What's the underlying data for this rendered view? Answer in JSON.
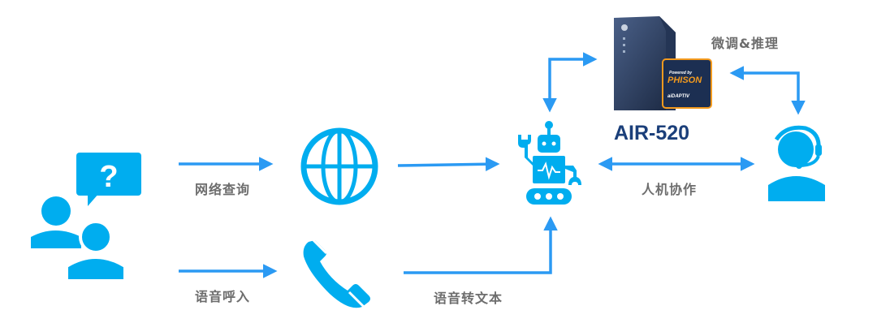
{
  "colors": {
    "icon_blue": "#00adef",
    "arrow_blue": "#2b9af3",
    "label_gray": "#6d6d6d",
    "title_navy": "#1b3f7a",
    "badge_orange": "#f39a1e",
    "badge_bg": "#1c2f52"
  },
  "nodes": {
    "users": {
      "icon": "users-question-icon",
      "symbol": "?"
    },
    "web": {
      "icon": "globe-icon"
    },
    "phone": {
      "icon": "phone-icon"
    },
    "robot": {
      "icon": "robot-icon"
    },
    "server": {
      "icon": "server-tower-icon",
      "title": "AIR-520",
      "badge": {
        "powered_by": "Powered by",
        "brand": "PHISON",
        "product": "aiDAPTIV"
      }
    },
    "agent": {
      "icon": "headset-agent-icon"
    }
  },
  "edges": {
    "web_query": "网络查询",
    "voice_call": "语音呼入",
    "speech_to_text": "语音转文本",
    "human_machine": "人机协作",
    "finetune_inference": "微调&推理"
  }
}
